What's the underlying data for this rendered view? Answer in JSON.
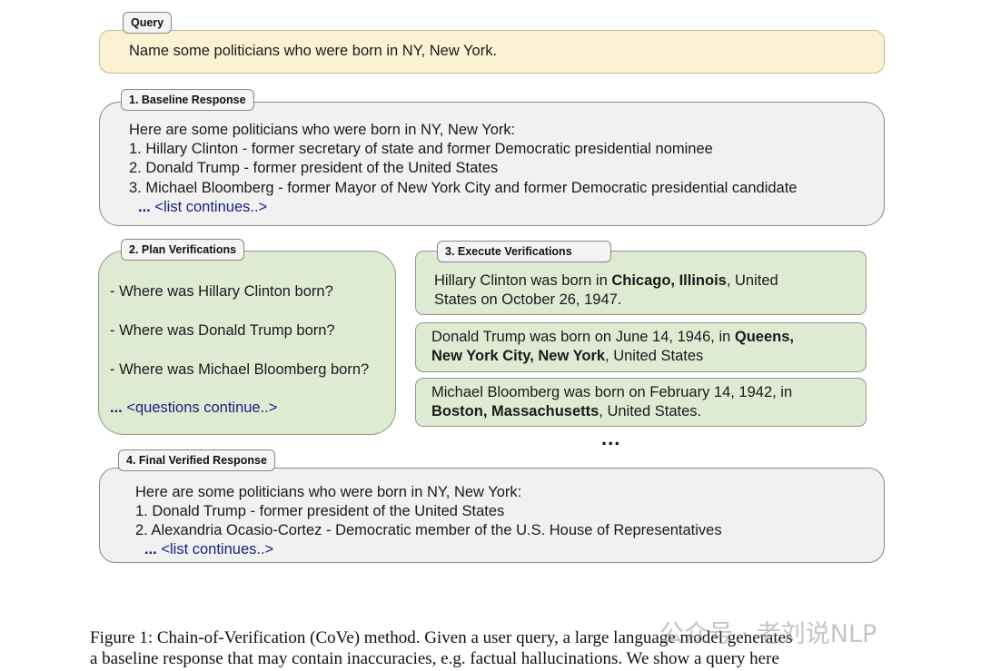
{
  "query": {
    "tag": "Query",
    "text": "Name some politicians who were born in NY, New York."
  },
  "baseline": {
    "tag": "1. Baseline Response",
    "intro": "Here are some politicians who were born in NY, New York:",
    "items": [
      "1. Hillary Clinton - former secretary of state and former Democratic presidential nominee",
      "2. Donald Trump - former president of the United States",
      "3. Michael Bloomberg - former Mayor of New York City and former Democratic presidential candidate"
    ],
    "ellipsis": "...",
    "continues": "<list continues..>"
  },
  "plan": {
    "tag": "2. Plan Verifications",
    "questions": [
      "- Where was Hillary Clinton born?",
      "- Where was Donald Trump born?",
      "- Where was Michael Bloomberg born?"
    ],
    "ellipsis": "...",
    "continues": "<questions continue..>"
  },
  "execute": {
    "tag": "3. Execute Verifications",
    "answers": [
      {
        "l1a": "Hillary Clinton was born in ",
        "l1b": "Chicago, Illinois",
        "l1c": ", United",
        "l2a": "States on October 26, 1947.",
        "l2b": ""
      },
      {
        "l1a": "Donald Trump was born on June 14, 1946, in ",
        "l1b": "Queens,",
        "l1c": "",
        "l2a": "New York City, New York",
        "l2b": ", United States"
      },
      {
        "l1a": "Michael Bloomberg was born on February 14, 1942, in",
        "l1b": "",
        "l1c": "",
        "l2a": "Boston, Massachusetts",
        "l2b": ", United States."
      }
    ],
    "more": "..."
  },
  "final": {
    "tag": "4. Final Verified Response",
    "intro": "Here are some politicians who were born in NY, New York:",
    "items": [
      "1. Donald Trump - former president of the United States",
      "2. Alexandria Ocasio-Cortez - Democratic member of the U.S. House of Representatives"
    ],
    "ellipsis": "...",
    "continues": "<list continues..>"
  },
  "caption": {
    "line1": "Figure 1: Chain-of-Verification (CoVe) method. Given a user query, a large language model generates",
    "line2": "a baseline response that may contain inaccuracies, e.g. factual hallucinations. We show a query here"
  },
  "watermark": "公众号 · 老刘说NLP"
}
